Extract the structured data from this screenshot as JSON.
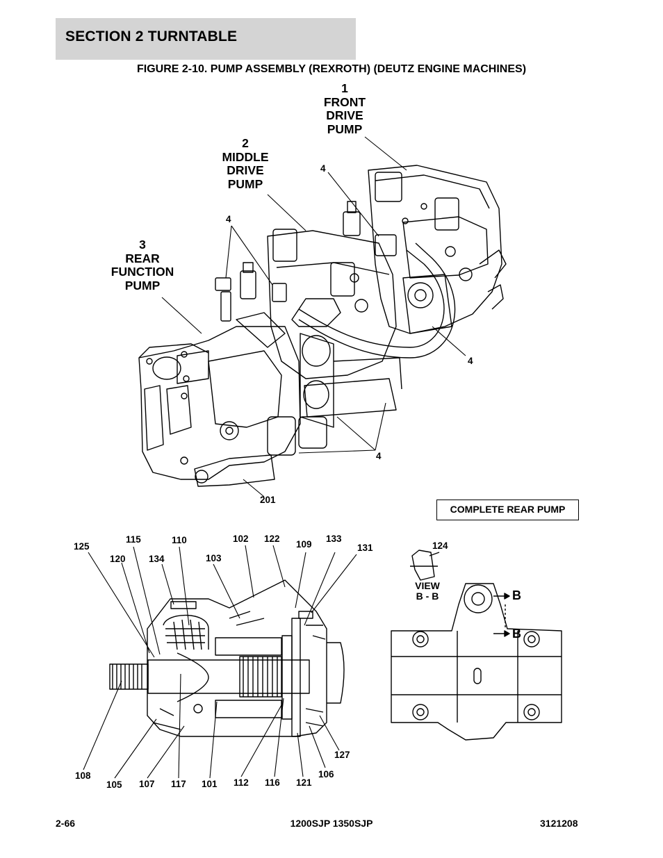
{
  "section_header": "SECTION 2   TURNTABLE",
  "figure_title": "FIGURE 2-10. PUMP ASSEMBLY (REXROTH) (DEUTZ ENGINE MACHINES)",
  "callouts_upper": {
    "front_num": "1",
    "front_l1": "FRONT",
    "front_l2": "DRIVE",
    "front_l3": "PUMP",
    "middle_num": "2",
    "middle_l1": "MIDDLE",
    "middle_l2": "DRIVE",
    "middle_l3": "PUMP",
    "rear_num": "3",
    "rear_l1": "REAR",
    "rear_l2": "FUNCTION",
    "rear_l3": "PUMP",
    "hose_a": "4",
    "hose_b": "4",
    "hose_c": "4",
    "hose_d": "4",
    "part_201": "201"
  },
  "box_label": "COMPLETE REAR PUMP",
  "callouts_lower": {
    "p125": "125",
    "p115": "115",
    "p110": "110",
    "p102": "102",
    "p122": "122",
    "p109": "109",
    "p133": "133",
    "p131": "131",
    "p120": "120",
    "p134": "134",
    "p103": "103",
    "p124": "124",
    "p108": "108",
    "p105": "105",
    "p107": "107",
    "p117": "117",
    "p101": "101",
    "p112": "112",
    "p116": "116",
    "p121": "121",
    "p106": "106",
    "p127": "127"
  },
  "view": {
    "line1": "VIEW",
    "line2": "B - B",
    "b_upper": "B",
    "b_lower": "B"
  },
  "footer": {
    "page": "2-66",
    "models": "1200SJP 1350SJP",
    "doc_number": "3121208"
  }
}
